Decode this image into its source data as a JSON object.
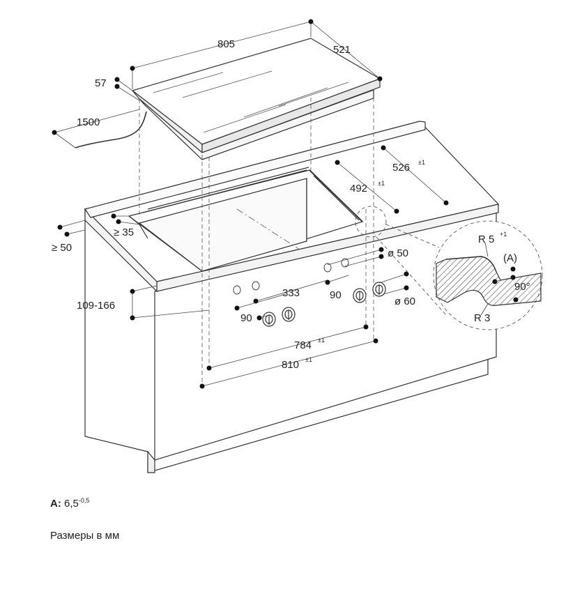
{
  "dimensions": {
    "hob_width": "805",
    "hob_depth": "521",
    "hob_thickness": "57",
    "cable_length": "1500",
    "cutout_depth": "526",
    "cutout_depth_tol": "±1",
    "cutout_inner_depth": "492",
    "cutout_inner_depth_tol": "±1",
    "min_front_distance": "≥ 50",
    "min_side_distance": "≥ 35",
    "control_height": "109-166",
    "control_spacing": "333",
    "knob_offset_left": "90",
    "knob_offset_right": "90",
    "knob_hole_small": "ø 50",
    "knob_hole_large": "ø 60",
    "inner_cutout_width": "784",
    "inner_cutout_width_tol": "±1",
    "outer_cutout_width": "810",
    "outer_cutout_width_tol": "±1"
  },
  "detail": {
    "label_a": "(A)",
    "radius_top": "R 5",
    "radius_top_tol": "+1",
    "radius_bottom": "R 3",
    "angle": "90°"
  },
  "notes": {
    "a_label": "A:",
    "a_value": "6,5",
    "a_tol": "-0,5",
    "units": "Размеры в мм"
  }
}
